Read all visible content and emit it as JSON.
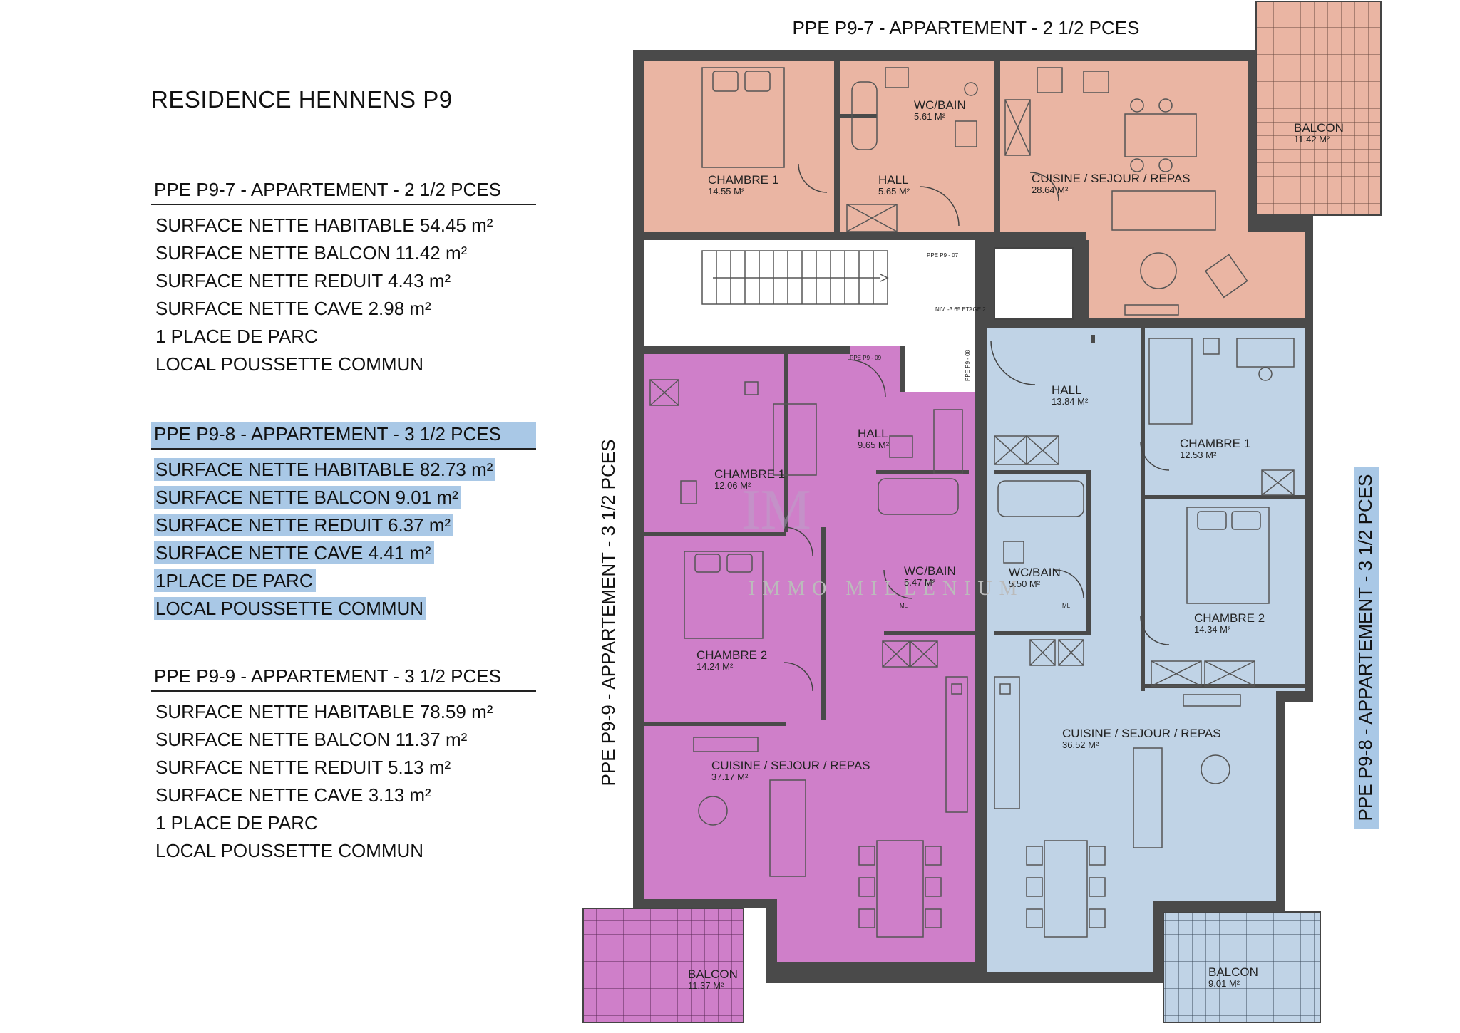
{
  "document": {
    "title": "RESIDENCE HENNENS P9"
  },
  "apartments": [
    {
      "heading": "PPE P9-7 - APPARTEMENT - 2 1/2 PCES",
      "lines": [
        "SURFACE  NETTE HABITABLE 54.45 m²",
        "SURFACE  NETTE BALCON 11.42 m²",
        "SURFACE  NETTE REDUIT  4.43 m²",
        "SURFACE  NETTE CAVE  2.98 m²",
        "1 PLACE DE PARC",
        "LOCAL POUSSETTE COMMUN"
      ]
    },
    {
      "heading": "PPE P9-8 - APPARTEMENT - 3 1/2 PCES",
      "lines": [
        "SURFACE  NETTE HABITABLE 82.73 m²",
        "SURFACE  NETTE BALCON 9.01 m²",
        "SURFACE  NETTE REDUIT  6.37 m²",
        "SURFACE  NETTE CAVE  4.41 m²",
        "1PLACE DE PARC",
        "LOCAL POUSSETTE COMMUN"
      ]
    },
    {
      "heading": "PPE P9-9 - APPARTEMENT - 3 1/2 PCES",
      "lines": [
        "SURFACE  NETTE HABITABLE 78.59  m²",
        "SURFACE  NETTE BALCON 11.37 m²",
        "SURFACE  NETTE REDUIT  5.13 m²",
        "SURFACE  NETTE CAVE  3.13 m²",
        "1 PLACE DE PARC",
        "LOCAL POUSSETTE COMMUN"
      ]
    }
  ],
  "plan": {
    "label_top": "PPE P9-7 - APPARTEMENT - 2 1/2 PCES",
    "label_left": "PPE P9-9 - APPARTEMENT - 3 1/2 PCES",
    "label_right": "PPE P9-8 - APPARTEMENT - 3 1/2 PCES",
    "watermark": "IMMO MILLENIUM",
    "watermark_mark": "IM",
    "door_tags": {
      "p9_07": "PPE P9 - 07",
      "p9_08": "PPE P9 - 08",
      "p9_09": "PPE P9 - 09",
      "level": "NIV. -3.65 ETAGE 2"
    },
    "rooms": {
      "a7_chambre1": {
        "name": "CHAMBRE 1",
        "area": "14.55 M²"
      },
      "a7_hall": {
        "name": "HALL",
        "area": "5.65 M²"
      },
      "a7_wc": {
        "name": "WC/BAIN",
        "area": "5.61 M²"
      },
      "a7_cuisine": {
        "name": "CUISINE / SEJOUR / REPAS",
        "area": "28.64 M²"
      },
      "a7_balcon": {
        "name": "BALCON",
        "area": "11.42 M²"
      },
      "a9_hall": {
        "name": "HALL",
        "area": "9.65 M²"
      },
      "a9_chambre1": {
        "name": "CHAMBRE 1",
        "area": "12.06 M²"
      },
      "a9_wc": {
        "name": "WC/BAIN",
        "area": "5.47 M²"
      },
      "a9_chambre2": {
        "name": "CHAMBRE 2",
        "area": "14.24 M²"
      },
      "a9_cuisine": {
        "name": "CUISINE / SEJOUR / REPAS",
        "area": "37.17 M²"
      },
      "a9_balcon": {
        "name": "BALCON",
        "area": "11.37 M²"
      },
      "a8_hall": {
        "name": "HALL",
        "area": "13.84 M²"
      },
      "a8_chambre1": {
        "name": "CHAMBRE 1",
        "area": "12.53 M²"
      },
      "a8_wc": {
        "name": "WC/BAIN",
        "area": "5.50 M²"
      },
      "a8_chambre2": {
        "name": "CHAMBRE 2",
        "area": "14.34 M²"
      },
      "a8_cuisine": {
        "name": "CUISINE / SEJOUR / REPAS",
        "area": "36.52 M²"
      },
      "a8_balcon": {
        "name": "BALCON",
        "area": "9.01 M²"
      }
    },
    "ml_tag": "ML",
    "colors": {
      "apt7": "#eab5a3",
      "apt9": "#cf7fc9",
      "apt8": "#c0d3e6",
      "wall": "#4a4a4a",
      "highlight": "#a9c8e6",
      "balcony_grid": "#555555"
    }
  }
}
